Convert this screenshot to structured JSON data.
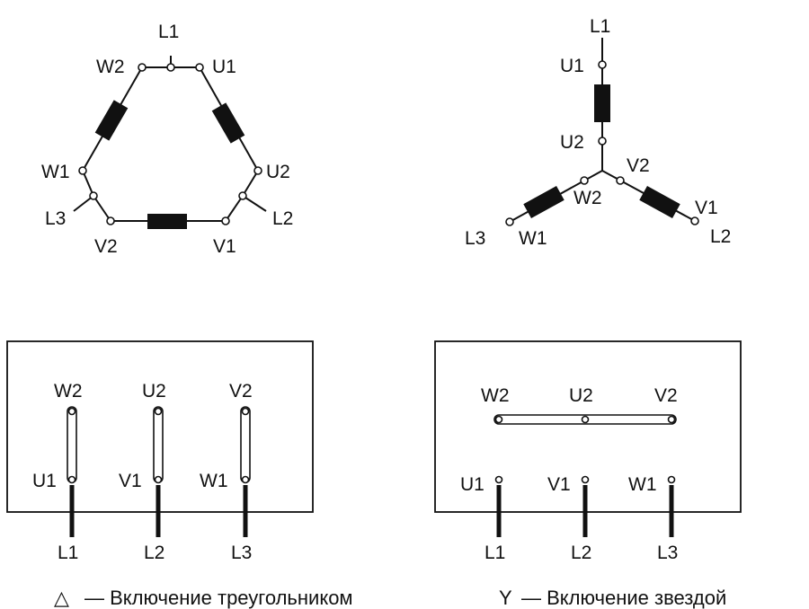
{
  "delta_schematic": {
    "L1": "L1",
    "W2": "W2",
    "U1": "U1",
    "W1": "W1",
    "U2": "U2",
    "L3": "L3",
    "L2": "L2",
    "V2": "V2",
    "V1": "V1"
  },
  "star_schematic": {
    "L1": "L1",
    "U1": "U1",
    "U2": "U2",
    "V2": "V2",
    "W2": "W2",
    "V1": "V1",
    "L2": "L2",
    "L3": "L3",
    "W1": "W1"
  },
  "delta_box": {
    "top": [
      "W2",
      "U2",
      "V2"
    ],
    "bottom": [
      "U1",
      "V1",
      "W1"
    ],
    "lines": [
      "L1",
      "L2",
      "L3"
    ]
  },
  "star_box": {
    "top": [
      "W2",
      "U2",
      "V2"
    ],
    "bottom": [
      "U1",
      "V1",
      "W1"
    ],
    "lines": [
      "L1",
      "L2",
      "L3"
    ]
  },
  "captions": {
    "delta_symbol": "△",
    "delta_text": "— Включение треугольником",
    "star_symbol": "Y",
    "star_text": "— Включение звездой"
  }
}
